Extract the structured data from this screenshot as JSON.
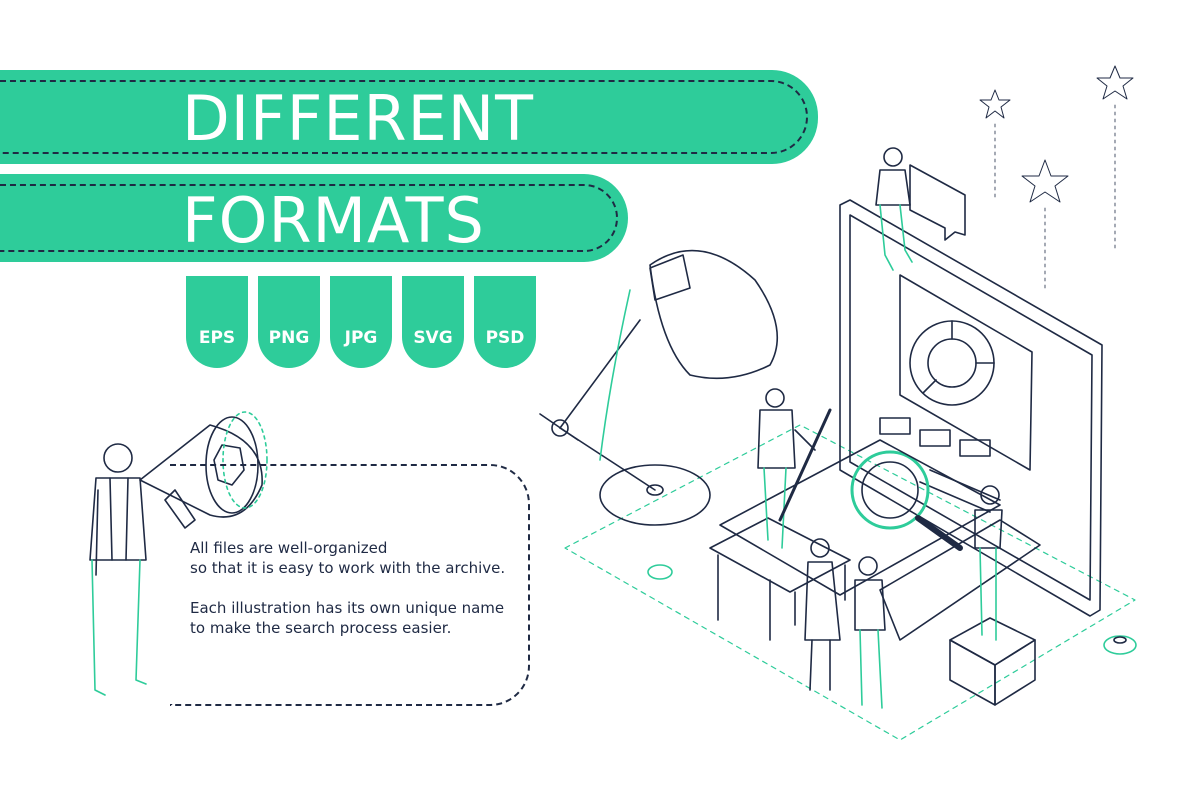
{
  "banner": {
    "line1": "DIFFERENT",
    "line2": "FORMATS"
  },
  "formats": [
    "EPS",
    "PNG",
    "JPG",
    "SVG",
    "PSD"
  ],
  "info": {
    "paragraph1": "All files are well-organized\nso that it is easy to work with the archive.",
    "paragraph2": "Each illustration has its own unique name\nto make the search process easier."
  },
  "colors": {
    "accent": "#2ecc9a",
    "ink": "#1f2a44",
    "background": "#ffffff"
  }
}
